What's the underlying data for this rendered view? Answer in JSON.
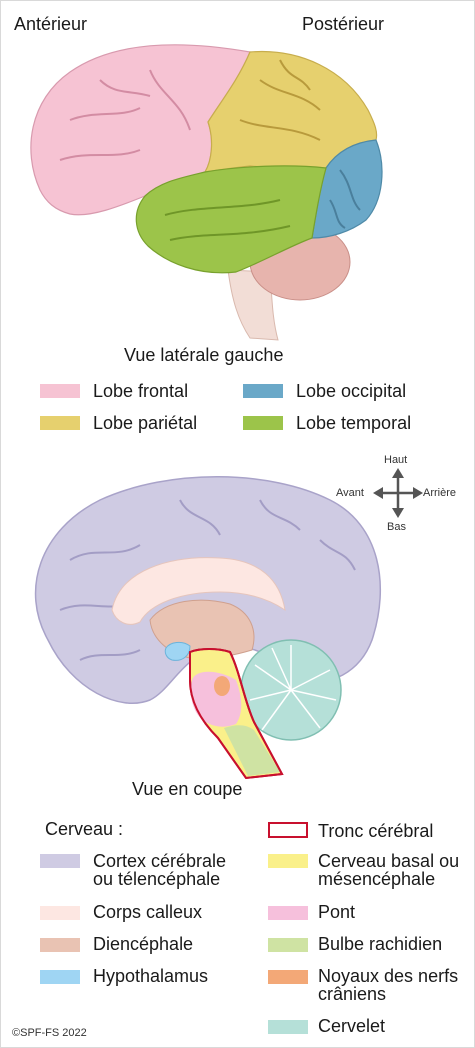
{
  "top": {
    "anterior_label": "Antérieur",
    "posterior_label": "Postérieur",
    "view_title": "Vue latérale gauche"
  },
  "lobes": [
    {
      "label": "Lobe frontal",
      "color": "#f6c3d3"
    },
    {
      "label": "Lobe occipital",
      "color": "#6aa8c8"
    },
    {
      "label": "Lobe pariétal",
      "color": "#e6d06e"
    },
    {
      "label": "Lobe temporal",
      "color": "#9cc44a"
    }
  ],
  "compass": {
    "up": "Haut",
    "down": "Bas",
    "left": "Avant",
    "right": "Arrière"
  },
  "section": {
    "view_title": "Vue en coupe",
    "cerveau_label": "Cerveau :",
    "left_items": [
      {
        "label": "Cortex cérébrale ou télencéphale",
        "line1": "Cortex cérébrale",
        "line2": "ou télencéphale",
        "color": "#cfcbe3"
      },
      {
        "label": "Corps calleux",
        "color": "#fde7e2"
      },
      {
        "label": "Diencéphale",
        "color": "#e9c3b3"
      },
      {
        "label": "Hypothalamus",
        "color": "#9fd5f3"
      }
    ],
    "right_items": [
      {
        "label": "Tronc cérébral",
        "color": "#ffffff",
        "border": "#c8102e"
      },
      {
        "label": "Cerveau basal ou mésencéphale",
        "line1": "Cerveau basal ou",
        "line2": "mésencéphale",
        "color": "#faf08a"
      },
      {
        "label": "Pont",
        "color": "#f6c0dc"
      },
      {
        "label": "Bulbe rachidien",
        "color": "#cfe3a3"
      },
      {
        "label": "Noyaux des nerfs crâniens",
        "line1": "Noyaux des nerfs",
        "line2": "crâniens",
        "color": "#f3a877"
      },
      {
        "label": "Cervelet",
        "color": "#b5e0d8"
      }
    ]
  },
  "copyright": "©SPF-FS 2022"
}
